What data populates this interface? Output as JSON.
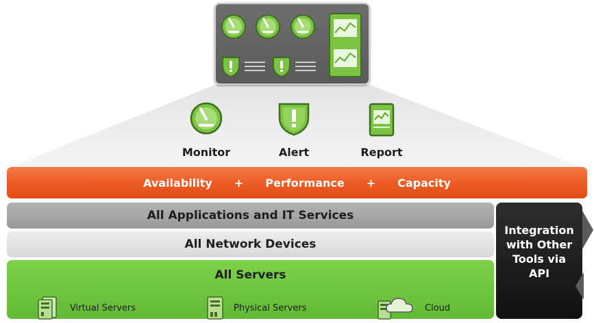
{
  "icons": {
    "monitor": {
      "label": "Monitor"
    },
    "alert": {
      "label": "Alert"
    },
    "report": {
      "label": "Report"
    }
  },
  "orange_bar": {
    "availability": "Availability",
    "plus1": "+",
    "performance": "Performance",
    "plus2": "+",
    "capacity": "Capacity"
  },
  "layers": {
    "applications": "All Applications and IT Services",
    "network": "All Network Devices",
    "servers": "All Servers"
  },
  "server_types": [
    {
      "label": "Virtual Servers",
      "icon": "virtual-server-icon"
    },
    {
      "label": "Physical Servers",
      "icon": "physical-server-icon"
    },
    {
      "label": "Cloud",
      "icon": "cloud-server-icon"
    }
  ],
  "integration": {
    "line1": "Integration",
    "line2": "with Other",
    "line3": "Tools via",
    "line4": "API"
  },
  "colors": {
    "orange": "#ec5a24",
    "green": "#6cc13e",
    "gray_dark": "#a6a6a6",
    "gray_light": "#e3e3e3",
    "black_box": "#1a1a1a"
  }
}
